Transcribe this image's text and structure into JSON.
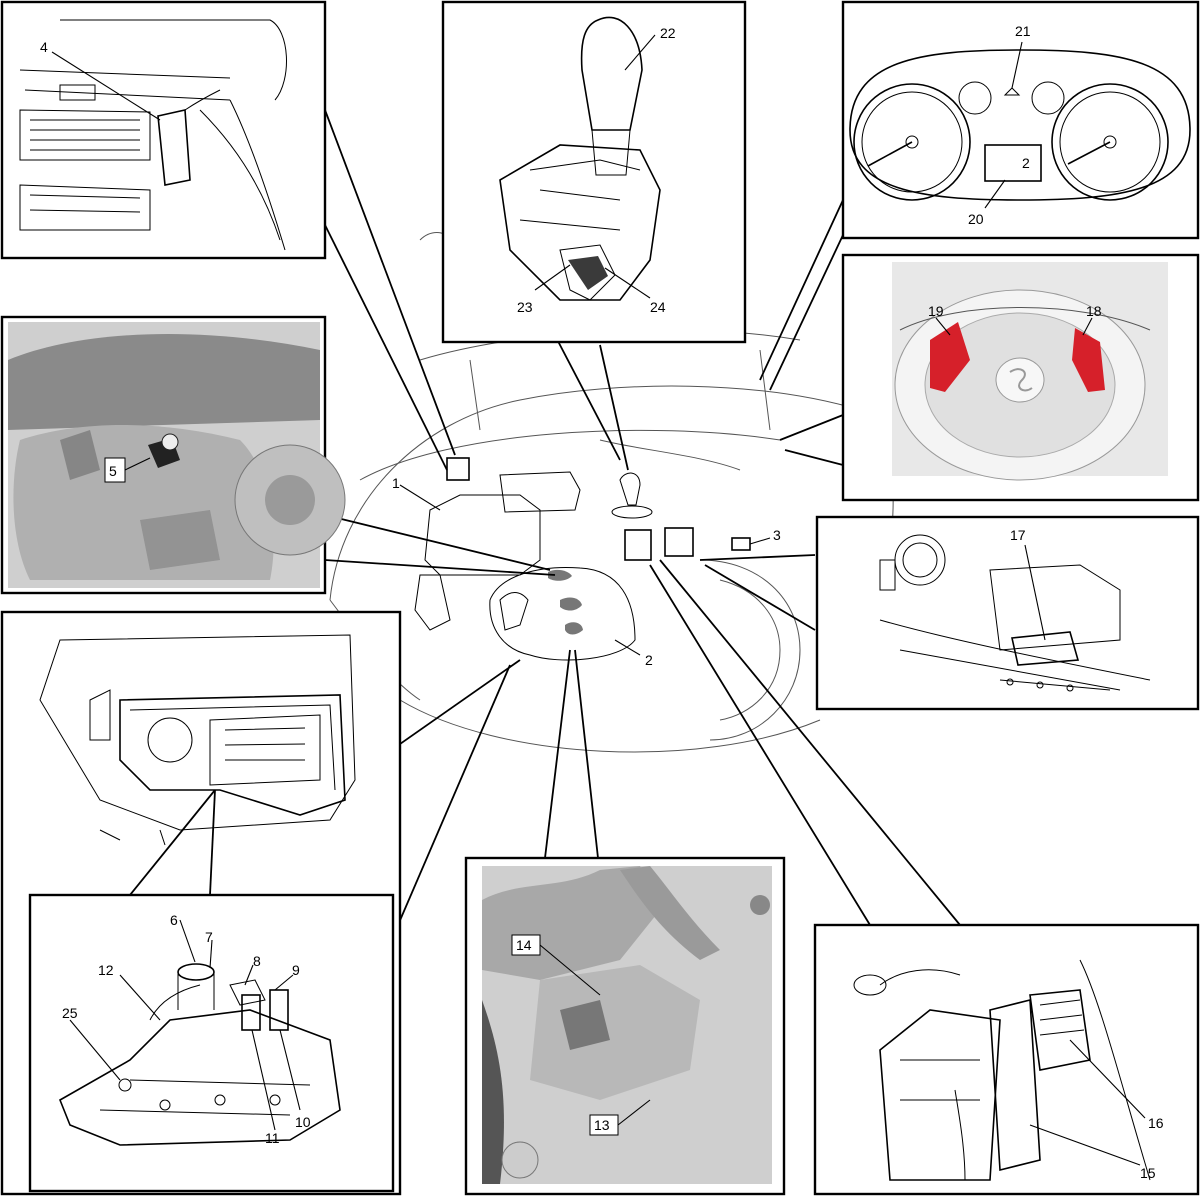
{
  "diagram": {
    "labels": {
      "l1": "1",
      "l2": "2",
      "l3": "3",
      "l4": "4",
      "l5": "5",
      "l6": "6",
      "l7": "7",
      "l8": "8",
      "l9": "9",
      "l10": "10",
      "l11": "11",
      "l12": "12",
      "l13": "13",
      "l14": "14",
      "l15": "15",
      "l16": "16",
      "l17": "17",
      "l18": "18",
      "l19": "19",
      "l20": "20",
      "l21": "21",
      "l22": "22",
      "l23": "23",
      "l24": "24",
      "l25": "25"
    },
    "gear_display": "2",
    "colors": {
      "paddle_highlight": "#d6202a",
      "panel_border": "#000000"
    }
  }
}
